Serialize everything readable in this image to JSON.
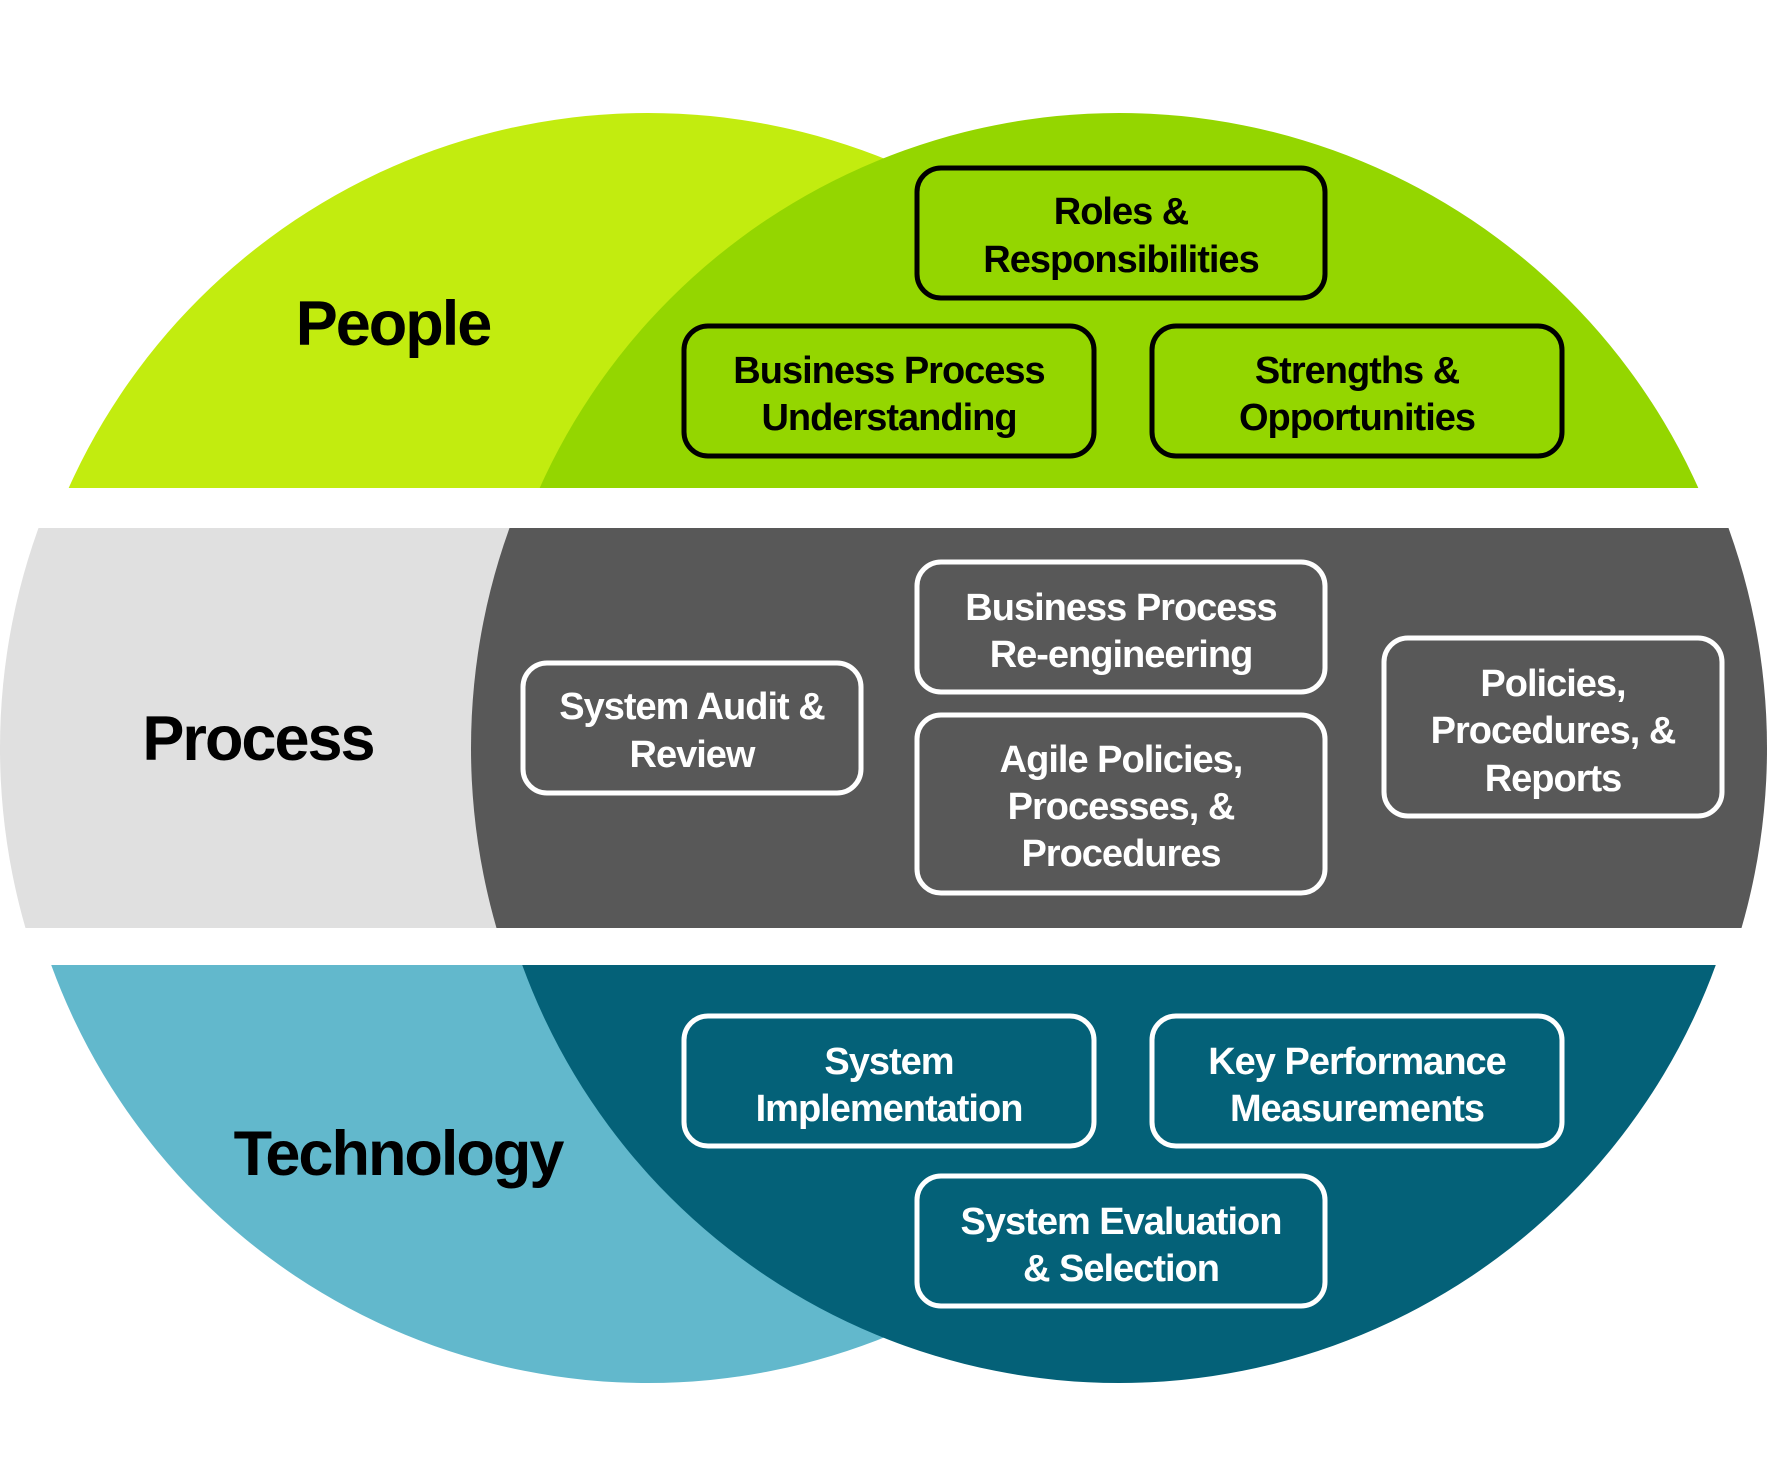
{
  "colors": {
    "people_light": "#c2ec0f",
    "people_dark": "#94d600",
    "process_light": "#e0e0e0",
    "process_dark": "#585858",
    "technology_light": "#62b8cc",
    "technology_dark": "#046178",
    "text_dark": "#000000",
    "text_light": "#ffffff"
  },
  "sections": {
    "people": {
      "label": "People",
      "boxes": [
        {
          "lines": [
            "Roles &",
            "Responsibilities"
          ]
        },
        {
          "lines": [
            "Business Process",
            "Understanding"
          ]
        },
        {
          "lines": [
            "Strengths &",
            "Opportunities"
          ]
        }
      ]
    },
    "process": {
      "label": "Process",
      "boxes": [
        {
          "lines": [
            "System Audit &",
            "Review"
          ]
        },
        {
          "lines": [
            "Business Process",
            "Re-engineering"
          ]
        },
        {
          "lines": [
            "Agile Policies,",
            "Processes, &",
            "Procedures"
          ]
        },
        {
          "lines": [
            "Policies,",
            "Procedures, &",
            "Reports"
          ]
        }
      ]
    },
    "technology": {
      "label": "Technology",
      "boxes": [
        {
          "lines": [
            "System",
            "Implementation"
          ]
        },
        {
          "lines": [
            "Key Performance",
            "Measurements"
          ]
        },
        {
          "lines": [
            "System Evaluation",
            "& Selection"
          ]
        }
      ]
    }
  }
}
